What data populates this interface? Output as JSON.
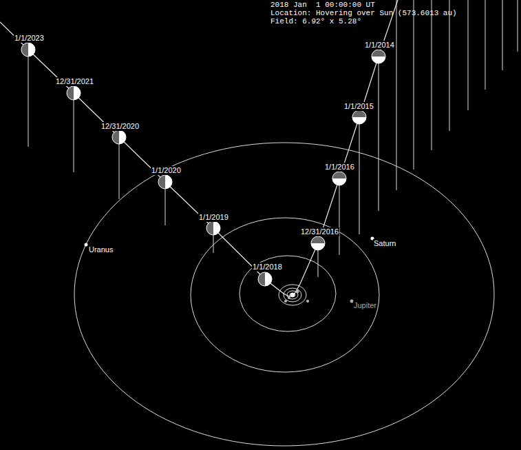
{
  "diagram": {
    "labels": [
      "2018 Jan  1 00:00:00 UT",
      "Location: Hovering over Sun (573.6013 au)",
      "Field: 6.92° x 5.28°",
      "1/1/2023",
      "1/1/2014",
      "12/31/2021",
      "1/1/2015",
      "12/31/2020",
      "1/1/2016",
      "1/1/2020",
      "1/1/2019",
      "12/31/2016",
      "Saturn",
      "Uranus",
      "1/1/2018",
      "Jupiter"
    ]
  }
}
